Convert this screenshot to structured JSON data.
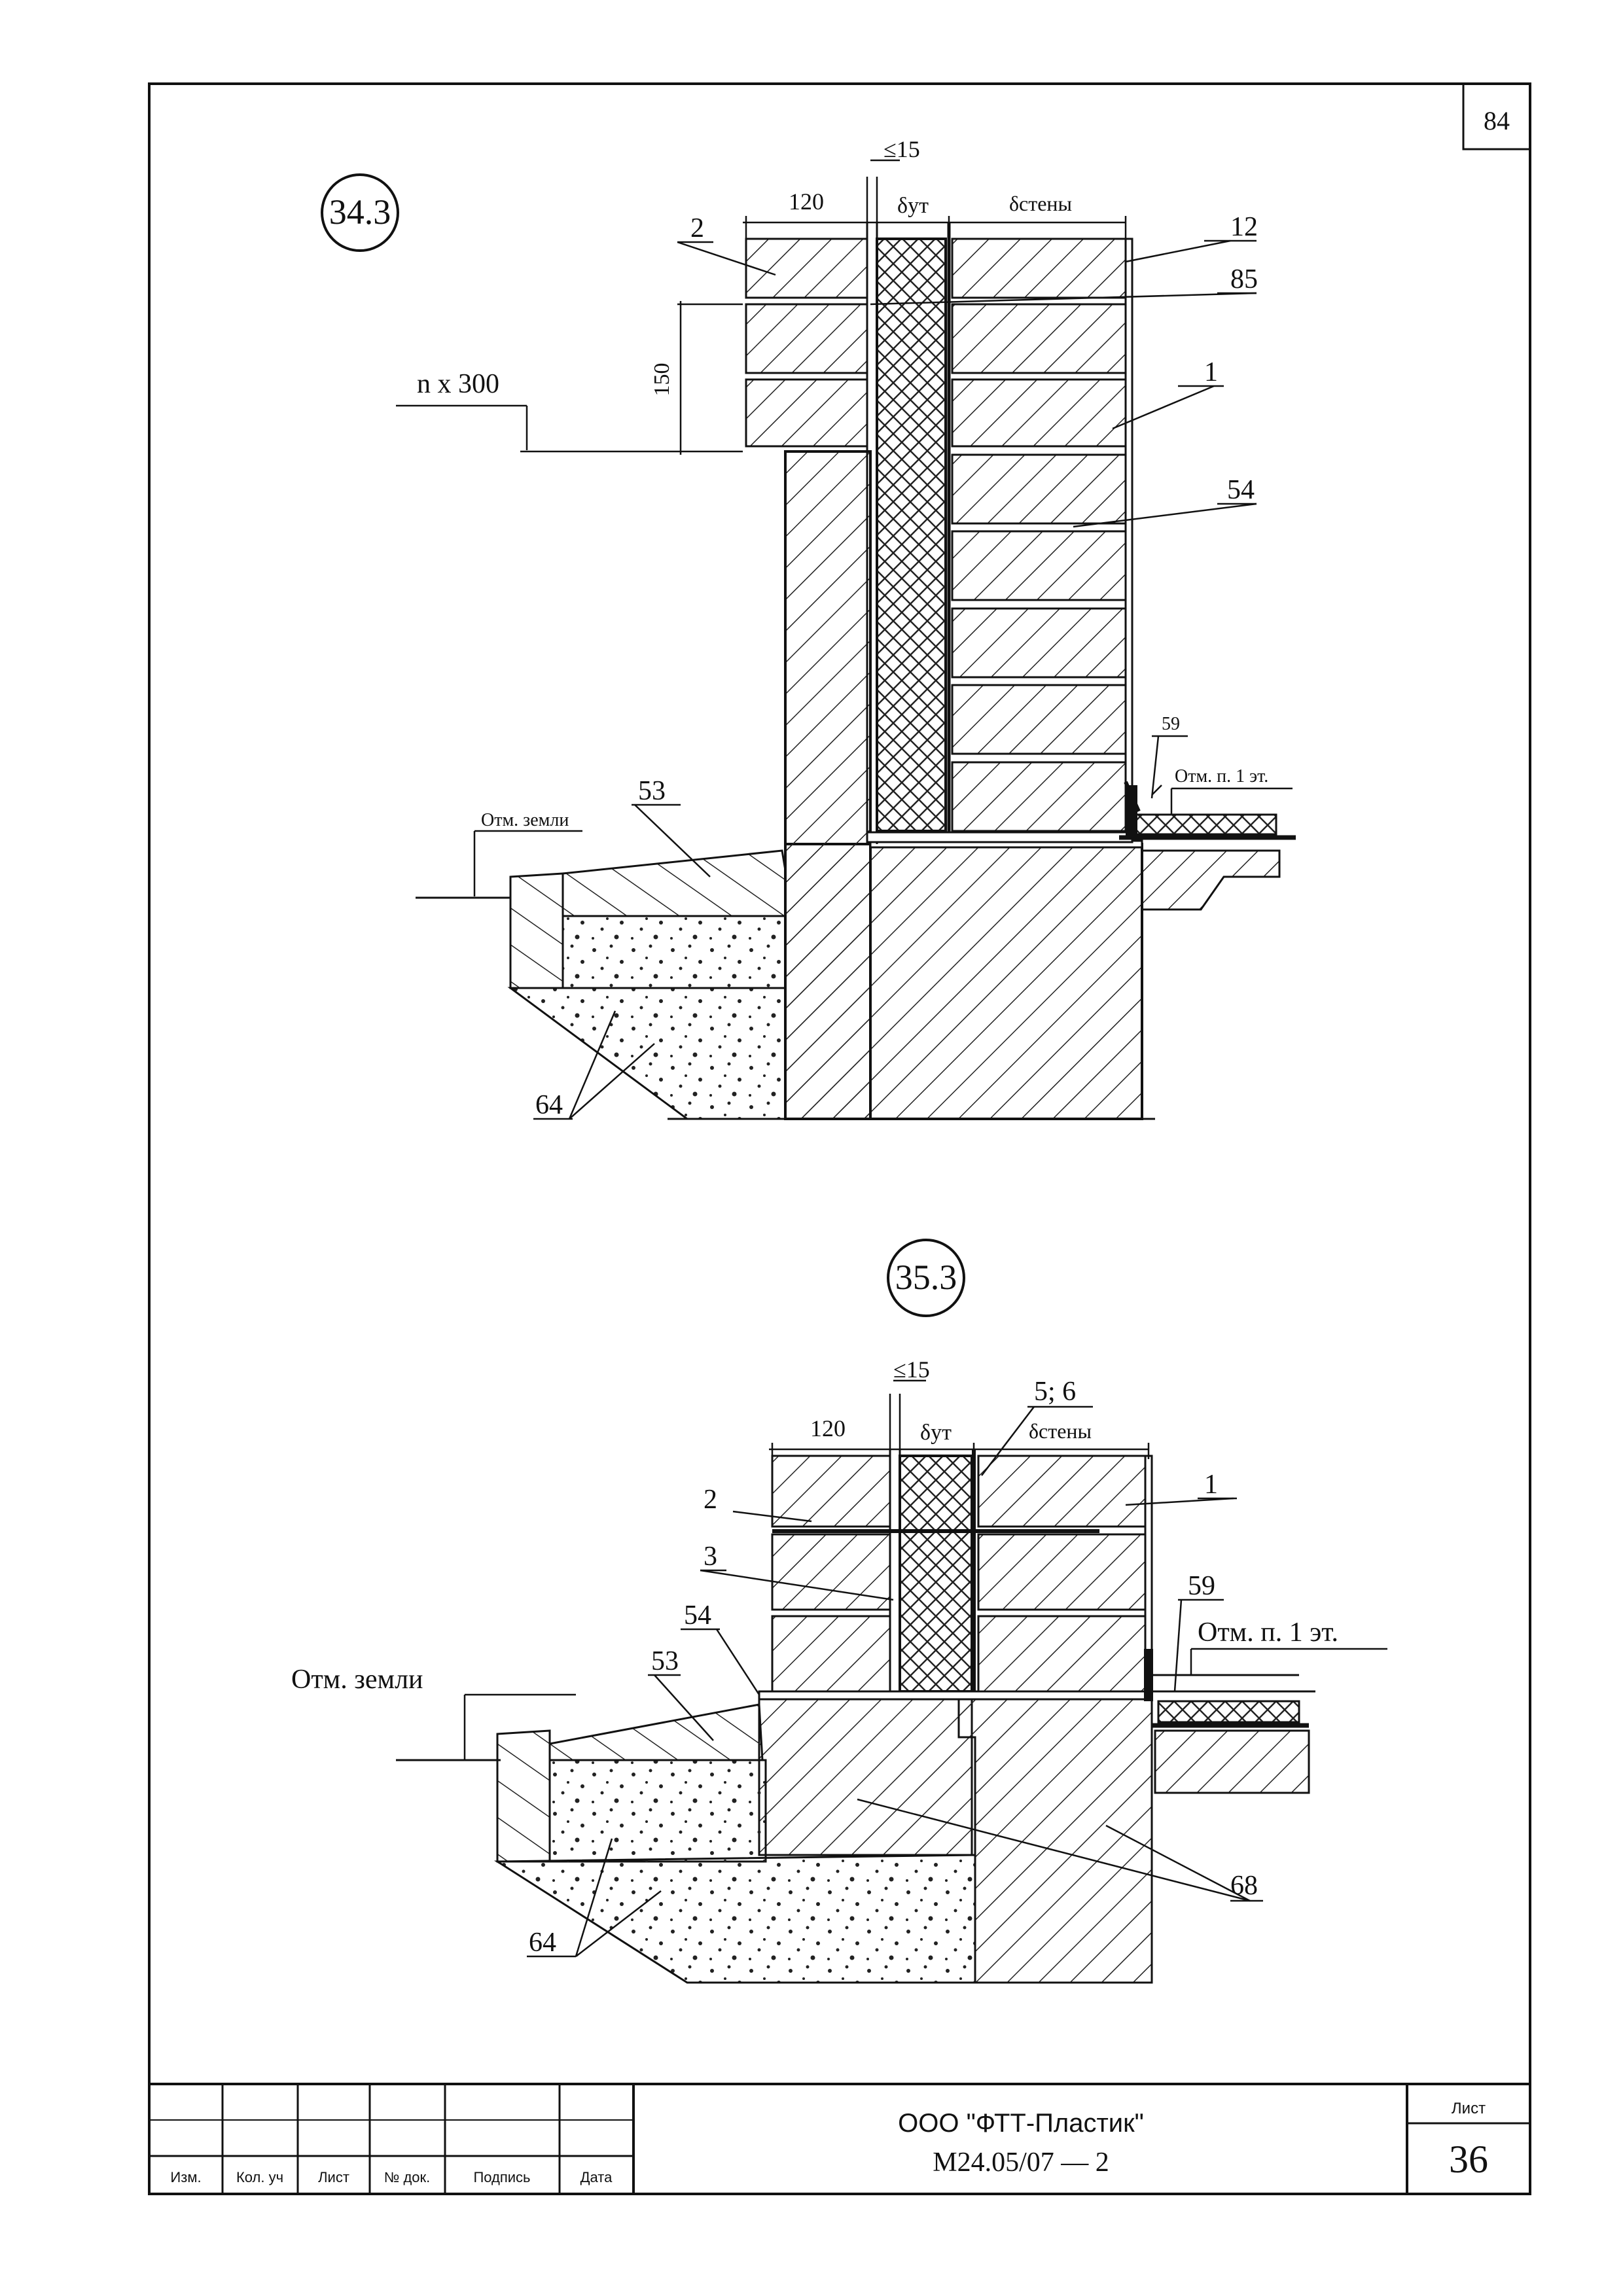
{
  "sheet_number_top": "84",
  "details": [
    {
      "id": "34.3",
      "dims": {
        "le15": "≤15",
        "d120": "120",
        "d_ut": "δут",
        "d_wall": "δстены",
        "d150": "150"
      },
      "level_label": "n x 300",
      "ground_label": "Отм. земли",
      "floor_label": "Отм. п. 1 эт.",
      "callouts": {
        "c2": "2",
        "c12": "12",
        "c85": "85",
        "c1": "1",
        "c54": "54",
        "c59": "59",
        "c53": "53",
        "c64": "64"
      }
    },
    {
      "id": "35.3",
      "dims": {
        "le15": "≤15",
        "d120": "120",
        "d_ut": "δут",
        "d_wall": "δстены"
      },
      "ground_label": "Отм. земли",
      "floor_label": "Отм. п. 1 эт.",
      "callouts": {
        "c56": "5; 6",
        "c2": "2",
        "c1": "1",
        "c3": "3",
        "c59": "59",
        "c54": "54",
        "c53": "53",
        "c68": "68",
        "c64": "64"
      }
    }
  ],
  "title_block": {
    "headers": [
      "Изм.",
      "Кол. уч",
      "Лист",
      "№ док.",
      "Подпись",
      "Дата"
    ],
    "company": "ООО \"ФТТ-Пластик\"",
    "doc_code": "М24.05/07 — 2",
    "sheet_label": "Лист",
    "sheet_number": "36"
  }
}
